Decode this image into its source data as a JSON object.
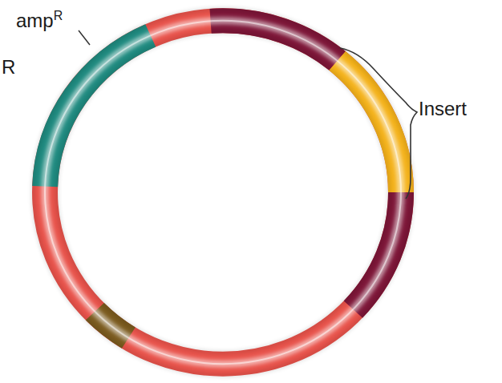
{
  "diagram": {
    "labels": [
      "R",
      "amp",
      "R",
      "Insert"
    ]
  }
}
